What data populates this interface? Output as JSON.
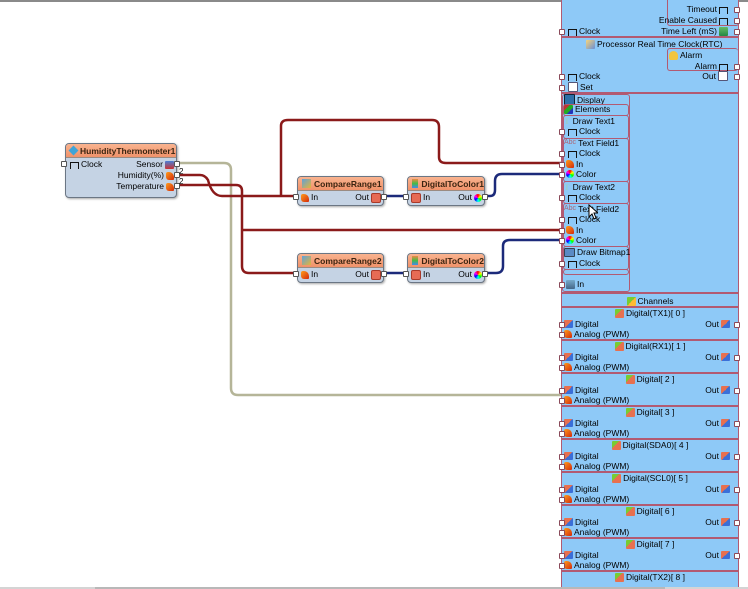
{
  "components": {
    "humidity": {
      "title": "HumidityThermometer1",
      "inputs": [
        "Clock"
      ],
      "outputs": [
        "Sensor",
        "Humidity(%)",
        "Temperature"
      ],
      "pin_counts": [
        "2",
        "2"
      ]
    },
    "compare1": {
      "title": "CompareRange1",
      "input": "In",
      "output": "Out"
    },
    "compare2": {
      "title": "CompareRange2",
      "input": "In",
      "output": "Out"
    },
    "dtc1": {
      "title": "DigitalToColor1",
      "input": "In",
      "output": "Out"
    },
    "dtc2": {
      "title": "DigitalToColor2",
      "input": "In",
      "output": "Out"
    }
  },
  "board": {
    "watchdog": {
      "outputs": [
        "Timeout",
        "Enable Caused",
        "Time Left (mS)"
      ],
      "input": "Clock"
    },
    "rtc": {
      "title": "Processor Real Time Clock(RTC)",
      "alarm_title": "Alarm",
      "alarm_output": "Alarm",
      "inputs": [
        "Clock",
        "Set"
      ],
      "output": "Out"
    },
    "display": {
      "title": "Display",
      "elements_title": "Elements",
      "draw_text1": {
        "title": "Draw Text1",
        "pins": [
          "Clock"
        ]
      },
      "text_field1": {
        "title": "Text Field1",
        "pins": [
          "Clock",
          "In",
          "Color"
        ]
      },
      "draw_text2": {
        "title": "Draw Text2",
        "pins": [
          "Clock"
        ]
      },
      "text_field2": {
        "title": "Text Field2",
        "pins": [
          "Clock",
          "In",
          "Color"
        ]
      },
      "draw_bitmap1": {
        "title": "Draw Bitmap1",
        "pins": [
          "Clock"
        ]
      },
      "in_label": "In"
    },
    "channels_title": "Channels",
    "channels": [
      {
        "title": "Digital(TX1)[ 0 ]",
        "in1": "Digital",
        "in2": "Analog (PWM)",
        "out": "Out"
      },
      {
        "title": "Digital(RX1)[ 1 ]",
        "in1": "Digital",
        "in2": "Analog (PWM)",
        "out": "Out"
      },
      {
        "title": "Digital[ 2 ]",
        "in1": "Digital",
        "in2": "Analog (PWM)",
        "out": "Out"
      },
      {
        "title": "Digital[ 3 ]",
        "in1": "Digital",
        "in2": "Analog (PWM)",
        "out": "Out"
      },
      {
        "title": "Digital(SDA0)[ 4 ]",
        "in1": "Digital",
        "in2": "Analog (PWM)",
        "out": "Out"
      },
      {
        "title": "Digital(SCL0)[ 5 ]",
        "in1": "Digital",
        "in2": "Analog (PWM)",
        "out": "Out"
      },
      {
        "title": "Digital[ 6 ]",
        "in1": "Digital",
        "in2": "Analog (PWM)",
        "out": "Out"
      },
      {
        "title": "Digital[ 7 ]",
        "in1": "Digital",
        "in2": "Analog (PWM)",
        "out": "Out"
      },
      {
        "title": "Digital(TX2)[ 8 ]"
      }
    ]
  },
  "wire_colors": {
    "analog": "#8b1a1a",
    "digital": "#1c2a7a",
    "sensor": "#b5b598"
  }
}
